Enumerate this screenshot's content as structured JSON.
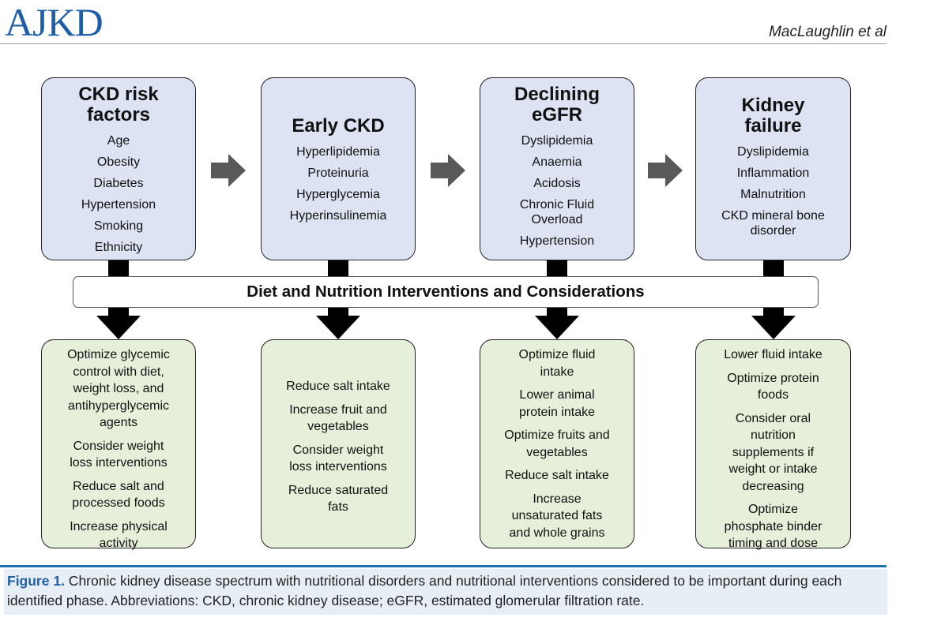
{
  "header": {
    "logo": "AJKD",
    "authors": "MacLaughlin et al"
  },
  "stages": [
    {
      "title_lines": [
        "CKD risk",
        "factors"
      ],
      "factors": [
        "Age",
        "Obesity",
        "Diabetes",
        "Hypertension",
        "Smoking",
        "Ethnicity"
      ],
      "interventions": [
        [
          "Optimize glycemic",
          "control with diet,",
          "weight loss, and",
          "antihyperglycemic",
          "agents"
        ],
        [
          "Consider weight",
          "loss interventions"
        ],
        [
          "Reduce salt and",
          "processed foods"
        ],
        [
          "Increase physical",
          "activity"
        ]
      ]
    },
    {
      "title_lines": [
        "Early CKD"
      ],
      "factors": [
        "Hyperlipidemia",
        "Proteinuria",
        "Hyperglycemia",
        "Hyperinsulinemia"
      ],
      "interventions": [
        [
          "Reduce salt intake"
        ],
        [
          "Increase fruit and",
          "vegetables"
        ],
        [
          "Consider weight",
          "loss interventions"
        ],
        [
          "Reduce saturated",
          "fats"
        ]
      ]
    },
    {
      "title_lines": [
        "Declining",
        "eGFR"
      ],
      "factors": [
        "Dyslipidemia",
        "Anaemia",
        "Acidosis",
        "Chronic Fluid\nOverload",
        "Hypertension"
      ],
      "interventions": [
        [
          "Optimize fluid",
          "intake"
        ],
        [
          "Lower animal",
          "protein intake"
        ],
        [
          "Optimize fruits and",
          "vegetables"
        ],
        [
          "Reduce salt intake"
        ],
        [
          "Increase",
          "unsaturated fats",
          "and whole grains"
        ]
      ]
    },
    {
      "title_lines": [
        "Kidney",
        "failure"
      ],
      "factors": [
        "Dyslipidemia",
        "Inflammation",
        "Malnutrition",
        "CKD mineral bone\ndisorder"
      ],
      "interventions": [
        [
          "Lower fluid intake"
        ],
        [
          "Optimize protein",
          "foods"
        ],
        [
          "Consider oral",
          "nutrition",
          "supplements if",
          "weight or intake",
          "decreasing"
        ],
        [
          "Optimize",
          "phosphate binder",
          "timing and dose"
        ]
      ]
    }
  ],
  "band_label": "Diet and Nutrition Interventions and Considerations",
  "caption": {
    "label": "Figure 1.",
    "text": " Chronic kidney disease spectrum with nutritional disorders and nutritional interventions considered to be important during each identified phase. Abbreviations: CKD, chronic kidney disease; eGFR, estimated glomerular filtration rate."
  },
  "colors": {
    "accent_blue": "#1d5ea8",
    "top_box_fill": "#dde3f2",
    "bottom_box_fill": "#e5efda",
    "arrow_gray": "#595959"
  }
}
